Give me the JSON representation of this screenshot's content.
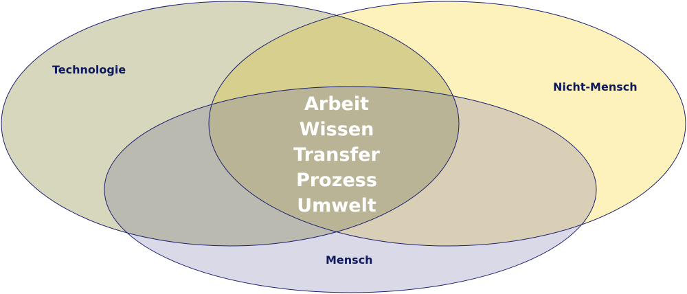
{
  "sets": {
    "technologie": {
      "label": "Technologie",
      "color": "#d6d7bc"
    },
    "nicht_mensch": {
      "label": "Nicht-Mensch",
      "color": "#fef2bc"
    },
    "mensch": {
      "label": "Mensch",
      "color": "#d9d9e8"
    }
  },
  "overlap_colors": {
    "technologie_nicht_mensch": "#d7cf8d",
    "technologie_mensch": "#bbbab0",
    "nicht_mensch_mensch": "#d8cfb6",
    "all": "#b9b495"
  },
  "center_items": [
    "Arbeit",
    "Wissen",
    "Transfer",
    "Prozess",
    "Umwelt"
  ]
}
